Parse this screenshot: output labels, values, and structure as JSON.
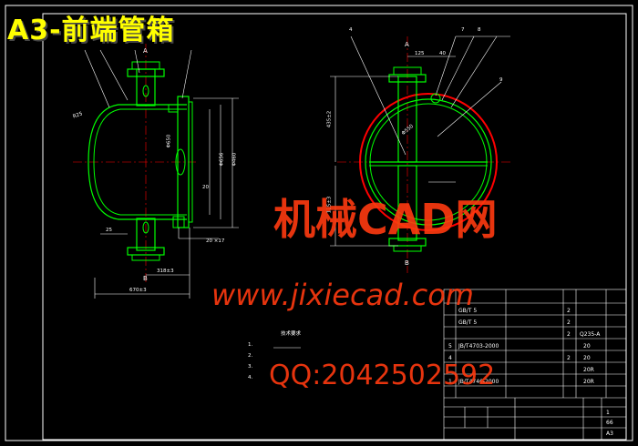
{
  "title": "A3-前端管箱",
  "watermark": {
    "line1": "机械CAD网",
    "line2": "www.jixiecad.com",
    "line3": "QQ:2042502592"
  },
  "balloons": {
    "a_top": "A",
    "a_bottom": "B",
    "b_top": "A",
    "b_bottom": "B"
  },
  "notes": {
    "heading": "技术要求",
    "n1": "1.",
    "n2": "2.",
    "n3": "3.",
    "n4": "4."
  },
  "parts_table": {
    "rows": [
      {
        "no": "",
        "code": "",
        "name": "",
        "qty": "",
        "mat": ""
      },
      {
        "no": "",
        "code": "GB/T 5",
        "name": "",
        "qty": "2",
        "mat": ""
      },
      {
        "no": "",
        "code": "GB/T 5",
        "name": "",
        "qty": "2",
        "mat": ""
      },
      {
        "no": "",
        "code": "",
        "name": "",
        "qty": "2",
        "mat": "Q235-A"
      },
      {
        "no": "5",
        "code": "JB/T4703-2000",
        "name": "",
        "qty": "",
        "mat": "20"
      },
      {
        "no": "4",
        "code": "",
        "name": "",
        "qty": "2",
        "mat": "20"
      },
      {
        "no": "",
        "code": "",
        "name": "",
        "qty": "",
        "mat": "20R"
      },
      {
        "no": "1",
        "code": "JB/T4746-2000",
        "name": "",
        "qty": "",
        "mat": "20R"
      }
    ]
  },
  "title_block": {
    "scale": "1",
    "sheet": "A3",
    "weight": "66"
  },
  "dims": {
    "d1": "R25",
    "d2": "25",
    "d3": "318±3",
    "d4": "670±3",
    "d5": "Φ650",
    "d6": "Φ656",
    "d7": "Φ460",
    "d8": "20",
    "d9": "125",
    "d10": "40",
    "d11": "435±2",
    "d12": "125±3",
    "d13": "Φ550",
    "d14": "20 ×17",
    "d15": "4",
    "d16": "7",
    "d17": "8",
    "d18": "9"
  },
  "colors": {
    "background": "#000000",
    "frame": "#ffffff",
    "outline": "#00ff00",
    "center": "#ff0000",
    "dim": "#ffffff",
    "hidden": "#ffff00",
    "watermark": "#ff3a10",
    "title": "#ffff00"
  }
}
